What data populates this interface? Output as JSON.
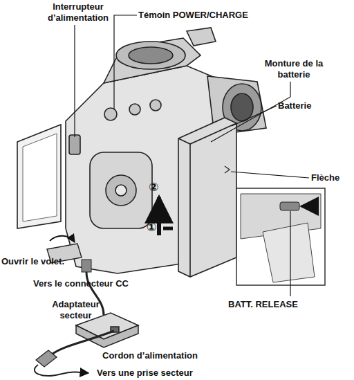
{
  "diagram": {
    "labels": [
      "Interrupteur d’alimentation",
      "Témoin POWER/CHARGE",
      "Monture de la batterie",
      "Batterie",
      "Flèche",
      "②",
      "①",
      "Ouvrir le volet.",
      "Vers le connecteur CC",
      "Adaptateur secteur",
      "BATT. RELEASE",
      "Cordon d’alimentation",
      "Vers une prise secteur"
    ]
  }
}
